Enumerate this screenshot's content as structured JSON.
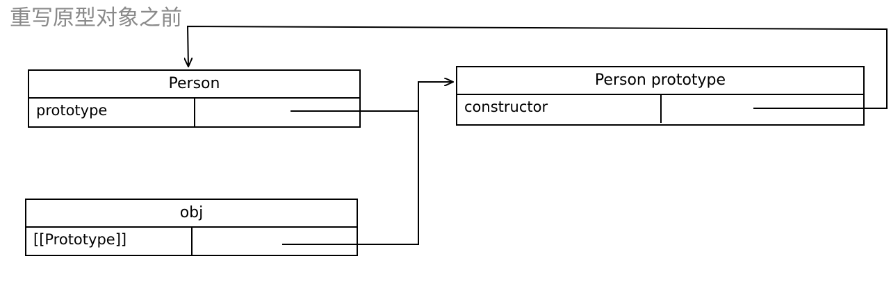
{
  "title": "重写原型对象之前",
  "nodes": {
    "person": {
      "name": "Person",
      "field": "prototype"
    },
    "person_prototype": {
      "name": "Person prototype",
      "field": "constructor"
    },
    "obj": {
      "name": "obj",
      "field": "[[Prototype]]"
    }
  },
  "edges": [
    {
      "from": "person.prototype",
      "to": "person_prototype"
    },
    {
      "from": "obj.[[Prototype]]",
      "to": "person_prototype"
    },
    {
      "from": "person_prototype.constructor",
      "to": "person"
    }
  ],
  "colors": {
    "line": "#000000",
    "title": "#8a8a8a"
  }
}
